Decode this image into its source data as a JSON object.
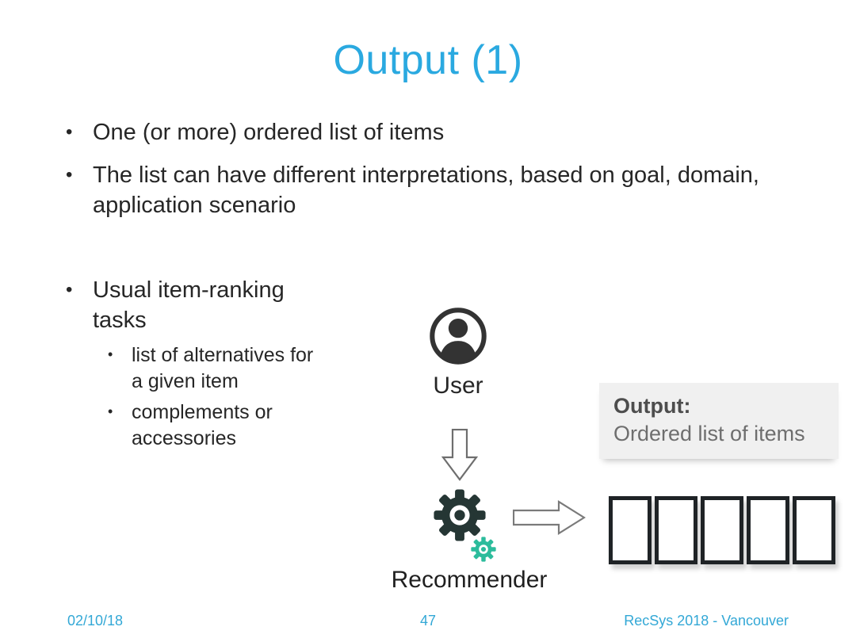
{
  "slide": {
    "title": "Output (1)",
    "bullets": {
      "b1": "One (or more) ordered list of items",
      "b2": "The list can have different interpretations, based on goal, domain, application scenario",
      "b3": "Usual item-ranking tasks",
      "sub1": "list of alternatives for a given item",
      "sub2": "complements or accessories"
    },
    "diagram": {
      "user_label": "User",
      "recommender_label": "Recommender",
      "output_panel": {
        "heading": "Output:",
        "body": "Ordered list of items"
      },
      "item_slots_count": 5,
      "icons": {
        "user": "person-in-circle-icon",
        "down_arrow": "block-arrow-down-icon",
        "right_arrow": "block-arrow-right-icon",
        "gear_big": "gear-icon",
        "gear_small": "small-gear-icon"
      }
    },
    "footer": {
      "date": "02/10/18",
      "page_number": "47",
      "event": "RecSys 2018 - Vancouver"
    },
    "colors": {
      "accent_blue": "#2aa9e0",
      "body_text": "#262626",
      "gear_dark": "#253634",
      "gear_teal": "#2cbc9c",
      "panel_gray": "#f0f0f0",
      "panel_heading_gray": "#4d4d4d",
      "panel_body_gray": "#6e6e6e",
      "slot_border": "#1f2326",
      "arrow_outline": "#7a7a7a"
    }
  }
}
